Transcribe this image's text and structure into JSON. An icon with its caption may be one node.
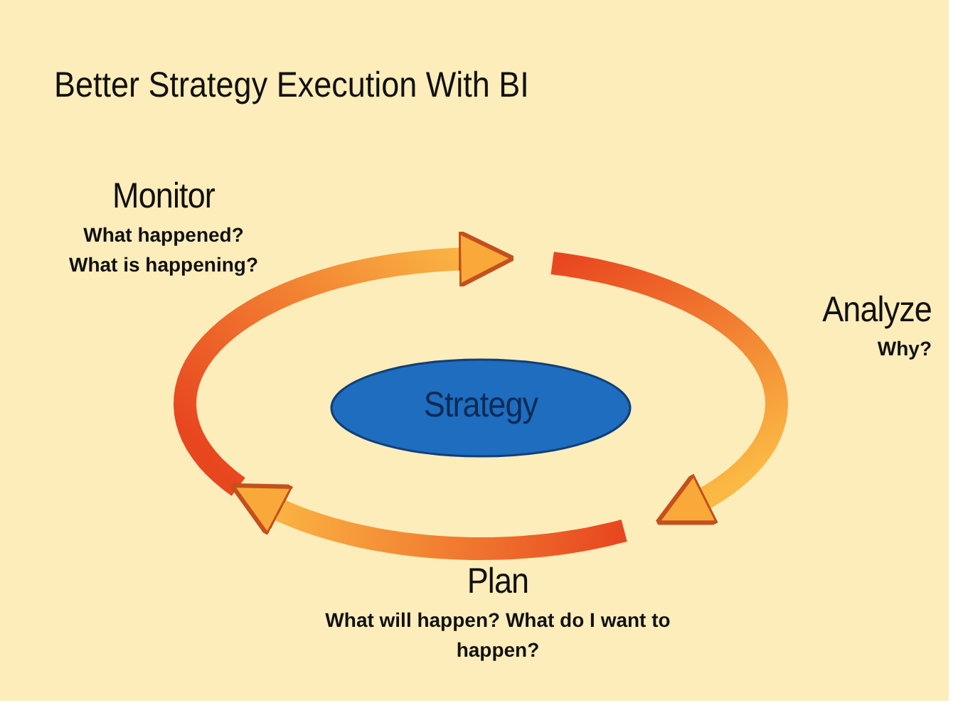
{
  "diagram": {
    "title": "Better Strategy Execution With BI",
    "nodes": [
      {
        "text": [
          "Strategy"
        ]
      }
    ],
    "labels": [
      "Monitor",
      "What happened? What is happening?",
      "Analyze",
      "Why?",
      "Plan",
      "What will happen? What do I want to happen?"
    ]
  }
}
